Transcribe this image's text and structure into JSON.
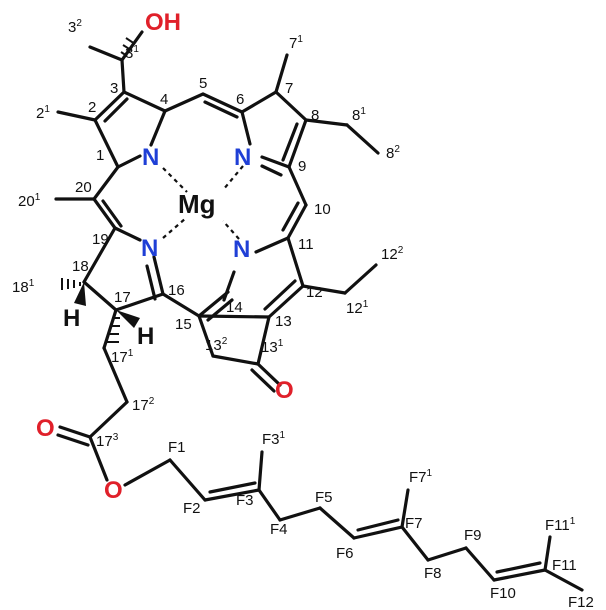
{
  "molecule": {
    "atoms": {
      "OH": {
        "text": "OH",
        "color": "#e0202a"
      },
      "N1": {
        "text": "N",
        "color": "#1f3fd6"
      },
      "N2": {
        "text": "N",
        "color": "#1f3fd6"
      },
      "N3": {
        "text": "N",
        "color": "#1f3fd6"
      },
      "N4": {
        "text": "N",
        "color": "#1f3fd6"
      },
      "Mg": {
        "text": "Mg",
        "color": "#111111"
      },
      "O_keto": {
        "text": "O",
        "color": "#e0202a"
      },
      "O_carbonyl": {
        "text": "O",
        "color": "#e0202a"
      },
      "O_ester": {
        "text": "O",
        "color": "#e0202a"
      },
      "H17": {
        "text": "H",
        "color": "#111111"
      },
      "H18": {
        "text": "H",
        "color": "#111111"
      }
    },
    "labels": {
      "l32": {
        "base": "3",
        "sup": "2"
      },
      "l31": {
        "base": "3",
        "sup": "1"
      },
      "l71": {
        "base": "7",
        "sup": "1"
      },
      "l3": {
        "base": "3",
        "sup": ""
      },
      "l5": {
        "base": "5",
        "sup": ""
      },
      "l4": {
        "base": "4",
        "sup": ""
      },
      "l6": {
        "base": "6",
        "sup": ""
      },
      "l7": {
        "base": "7",
        "sup": ""
      },
      "l2": {
        "base": "2",
        "sup": ""
      },
      "l21": {
        "base": "2",
        "sup": "1"
      },
      "l8": {
        "base": "8",
        "sup": ""
      },
      "l81": {
        "base": "8",
        "sup": "1"
      },
      "l82": {
        "base": "8",
        "sup": "2"
      },
      "l1": {
        "base": "1",
        "sup": ""
      },
      "l9": {
        "base": "9",
        "sup": ""
      },
      "l20": {
        "base": "20",
        "sup": ""
      },
      "l201": {
        "base": "20",
        "sup": "1"
      },
      "l10": {
        "base": "10",
        "sup": ""
      },
      "l19": {
        "base": "19",
        "sup": ""
      },
      "l11": {
        "base": "11",
        "sup": ""
      },
      "l122": {
        "base": "12",
        "sup": "2"
      },
      "l18": {
        "base": "18",
        "sup": ""
      },
      "l181": {
        "base": "18",
        "sup": "1"
      },
      "l17": {
        "base": "17",
        "sup": ""
      },
      "l16": {
        "base": "16",
        "sup": ""
      },
      "l12": {
        "base": "12",
        "sup": ""
      },
      "l121": {
        "base": "12",
        "sup": "1"
      },
      "l14": {
        "base": "14",
        "sup": ""
      },
      "l15": {
        "base": "15",
        "sup": ""
      },
      "l13": {
        "base": "13",
        "sup": ""
      },
      "l132": {
        "base": "13",
        "sup": "2"
      },
      "l131": {
        "base": "13",
        "sup": "1"
      },
      "l171": {
        "base": "17",
        "sup": "1"
      },
      "l172": {
        "base": "17",
        "sup": "2"
      },
      "l173": {
        "base": "17",
        "sup": "3"
      },
      "lF1": {
        "base": "F1",
        "sup": ""
      },
      "lF31": {
        "base": "F3",
        "sup": "1"
      },
      "lF2": {
        "base": "F2",
        "sup": ""
      },
      "lF3": {
        "base": "F3",
        "sup": ""
      },
      "lF5": {
        "base": "F5",
        "sup": ""
      },
      "lF71": {
        "base": "F7",
        "sup": "1"
      },
      "lF4": {
        "base": "F4",
        "sup": ""
      },
      "lF7": {
        "base": "F7",
        "sup": ""
      },
      "lF6": {
        "base": "F6",
        "sup": ""
      },
      "lF9": {
        "base": "F9",
        "sup": ""
      },
      "lF8": {
        "base": "F8",
        "sup": ""
      },
      "lF111": {
        "base": "F11",
        "sup": "1"
      },
      "lF11": {
        "base": "F11",
        "sup": ""
      },
      "lF10": {
        "base": "F10",
        "sup": ""
      },
      "lF12": {
        "base": "F12",
        "sup": ""
      }
    }
  }
}
